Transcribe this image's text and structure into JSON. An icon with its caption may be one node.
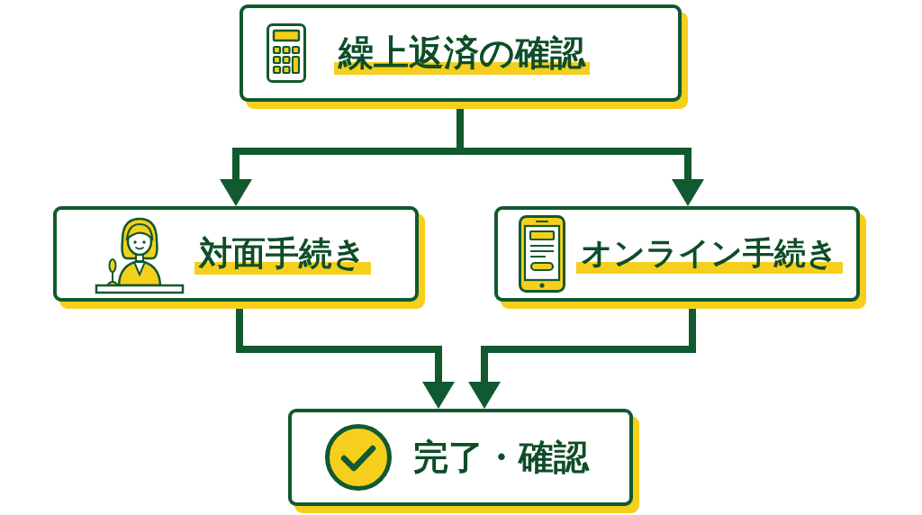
{
  "diagram": {
    "nodes": [
      {
        "text": [
          "繰上返済の確認"
        ]
      },
      {
        "text": [
          "対面手続き"
        ]
      },
      {
        "text": [
          "オンライン手続き"
        ]
      },
      {
        "text": [
          "完了・確認"
        ]
      }
    ],
    "edges": [
      {
        "from": 0,
        "to": 1,
        "arrow": "to"
      },
      {
        "from": 0,
        "to": 2,
        "arrow": "to"
      },
      {
        "from": 1,
        "to": 3,
        "arrow": "to"
      },
      {
        "from": 2,
        "to": 3,
        "arrow": "to"
      }
    ]
  }
}
